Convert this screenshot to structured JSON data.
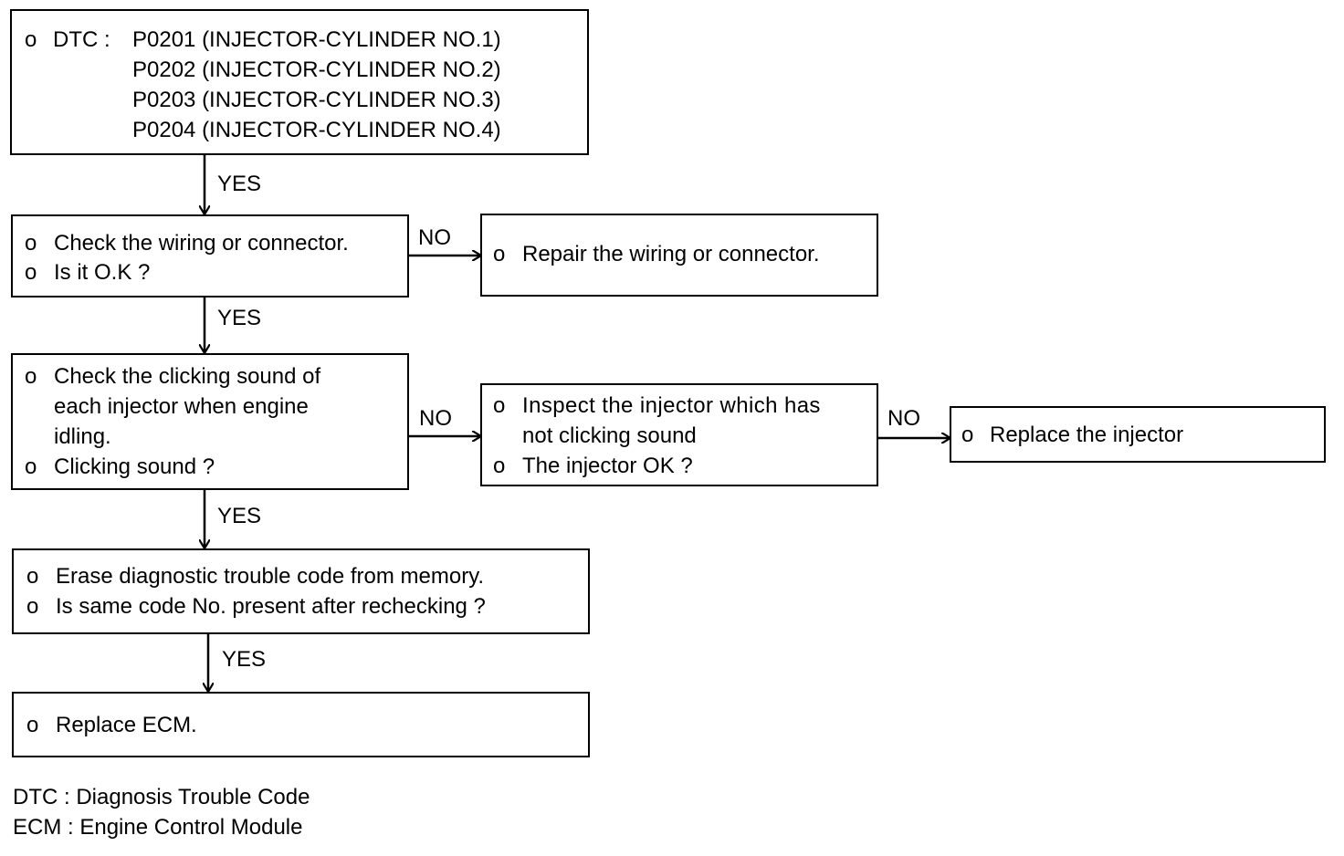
{
  "dtc_box": {
    "bullet": "o",
    "prefix": "DTC :",
    "codes": [
      "P0201 (INJECTOR-CYLINDER NO.1)",
      "P0202 (INJECTOR-CYLINDER NO.2)",
      "P0203 (INJECTOR-CYLINDER NO.3)",
      "P0204 (INJECTOR-CYLINDER NO.4)"
    ]
  },
  "wiring_check": {
    "bullet": "o",
    "lines": [
      "Check the wiring or connector.",
      "Is it O.K ?"
    ]
  },
  "wiring_repair": {
    "bullet": "o",
    "line": "Repair the wiring or connector."
  },
  "clicking_check": {
    "bullet": "o",
    "lines": [
      "Check the clicking sound of",
      "each injector when engine",
      "idling.",
      "Clicking sound ?"
    ]
  },
  "injector_inspect": {
    "bullet": "o",
    "lines": [
      "Inspect the injector which has",
      "not clicking sound",
      "The injector OK ?"
    ]
  },
  "injector_replace": {
    "bullet": "o",
    "line": "Replace the injector"
  },
  "erase_code": {
    "bullet": "o",
    "lines": [
      "Erase diagnostic trouble code from memory.",
      "Is same code No. present after rechecking ?"
    ]
  },
  "replace_ecm": {
    "bullet": "o",
    "line": "Replace ECM."
  },
  "connectors": {
    "yes_label": "YES",
    "no_label": "NO"
  },
  "legend": [
    "DTC : Diagnosis Trouble Code",
    "ECM : Engine Control Module"
  ]
}
